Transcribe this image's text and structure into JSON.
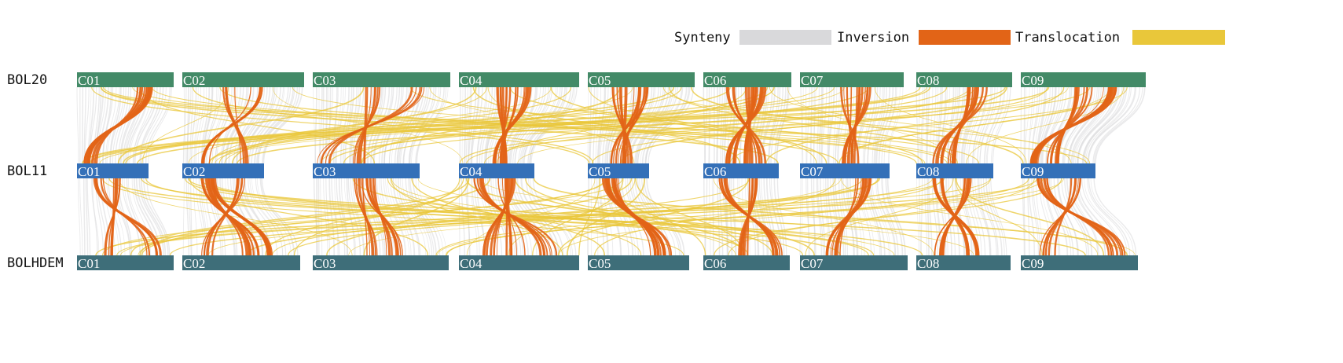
{
  "legend": [
    {
      "label": "Synteny",
      "color": "#d9d9db"
    },
    {
      "label": "Inversion",
      "color": "#e26417"
    },
    {
      "label": "Translocation",
      "color": "#e9c73a"
    }
  ],
  "genomes": [
    {
      "name": "BOL20",
      "color": "#438a67",
      "chromosomes": [
        "C01",
        "C02",
        "C03",
        "C04",
        "C05",
        "C06",
        "C07",
        "C08",
        "C09"
      ]
    },
    {
      "name": "BOL11",
      "color": "#3470b8",
      "chromosomes": [
        "C01",
        "C02",
        "C03",
        "C04",
        "C05",
        "C06",
        "C07",
        "C08",
        "C09"
      ]
    },
    {
      "name": "BOLHDEM",
      "color": "#3e6e79",
      "chromosomes": [
        "C01",
        "C02",
        "C03",
        "C04",
        "C05",
        "C06",
        "C07",
        "C08",
        "C09"
      ]
    }
  ]
}
